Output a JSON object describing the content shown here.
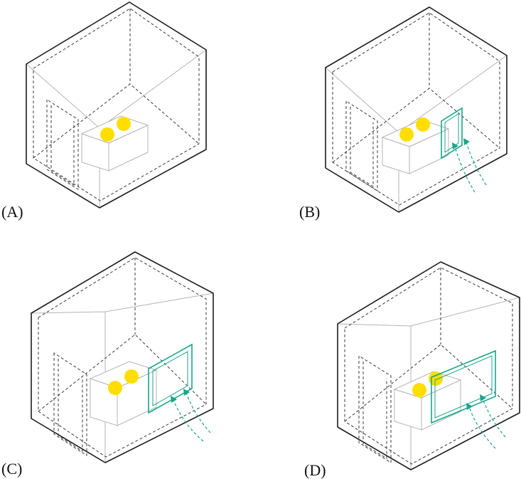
{
  "figure": {
    "accent_color": "#17a68b",
    "light_color": "#ffde00",
    "panels": [
      {
        "label": "(A)",
        "window": "none"
      },
      {
        "label": "(B)",
        "window": "small"
      },
      {
        "label": "(C)",
        "window": "medium"
      },
      {
        "label": "(D)",
        "window": "large"
      }
    ]
  }
}
